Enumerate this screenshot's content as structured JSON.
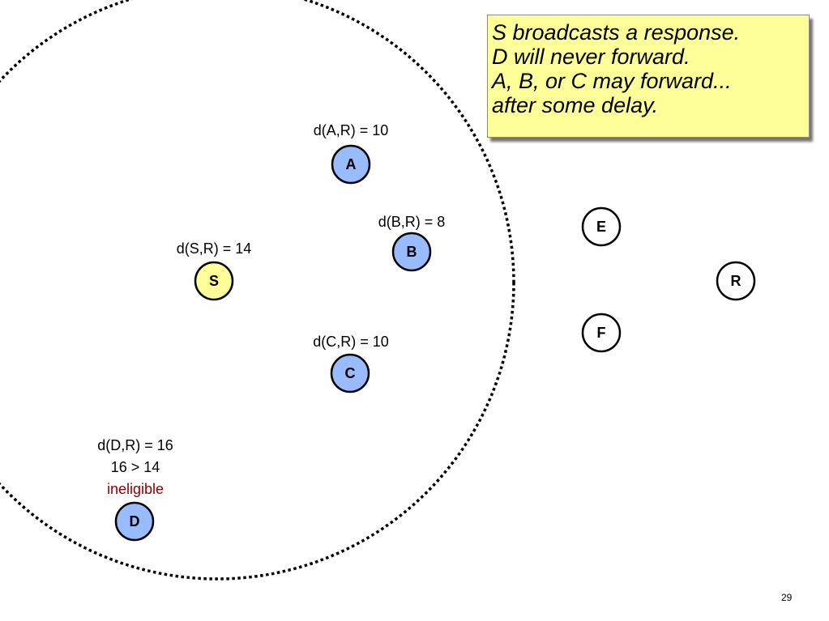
{
  "callout": {
    "lines": [
      "S broadcasts a response.",
      "D will never forward.",
      "A, B, or C may forward...",
      "after some delay."
    ]
  },
  "colors": {
    "source_node": "#ffff99",
    "candidate_node": "#99bbff",
    "other_node": "#ffffff",
    "ineligible_text": "#8b0000",
    "callout_background": "#ffff99"
  },
  "nodes": {
    "a": {
      "label": "A",
      "distance": "d(A,R) = 10"
    },
    "b": {
      "label": "B",
      "distance": "d(B,R) = 8"
    },
    "s": {
      "label": "S",
      "distance": "d(S,R) = 14"
    },
    "c": {
      "label": "C",
      "distance": "d(C,R) = 10"
    },
    "d": {
      "label": "D",
      "distance": "d(D,R) = 16",
      "comparison": "16 > 14",
      "status": "ineligible"
    },
    "e": {
      "label": "E"
    },
    "f": {
      "label": "F"
    },
    "r": {
      "label": "R"
    }
  },
  "page_number": "29"
}
